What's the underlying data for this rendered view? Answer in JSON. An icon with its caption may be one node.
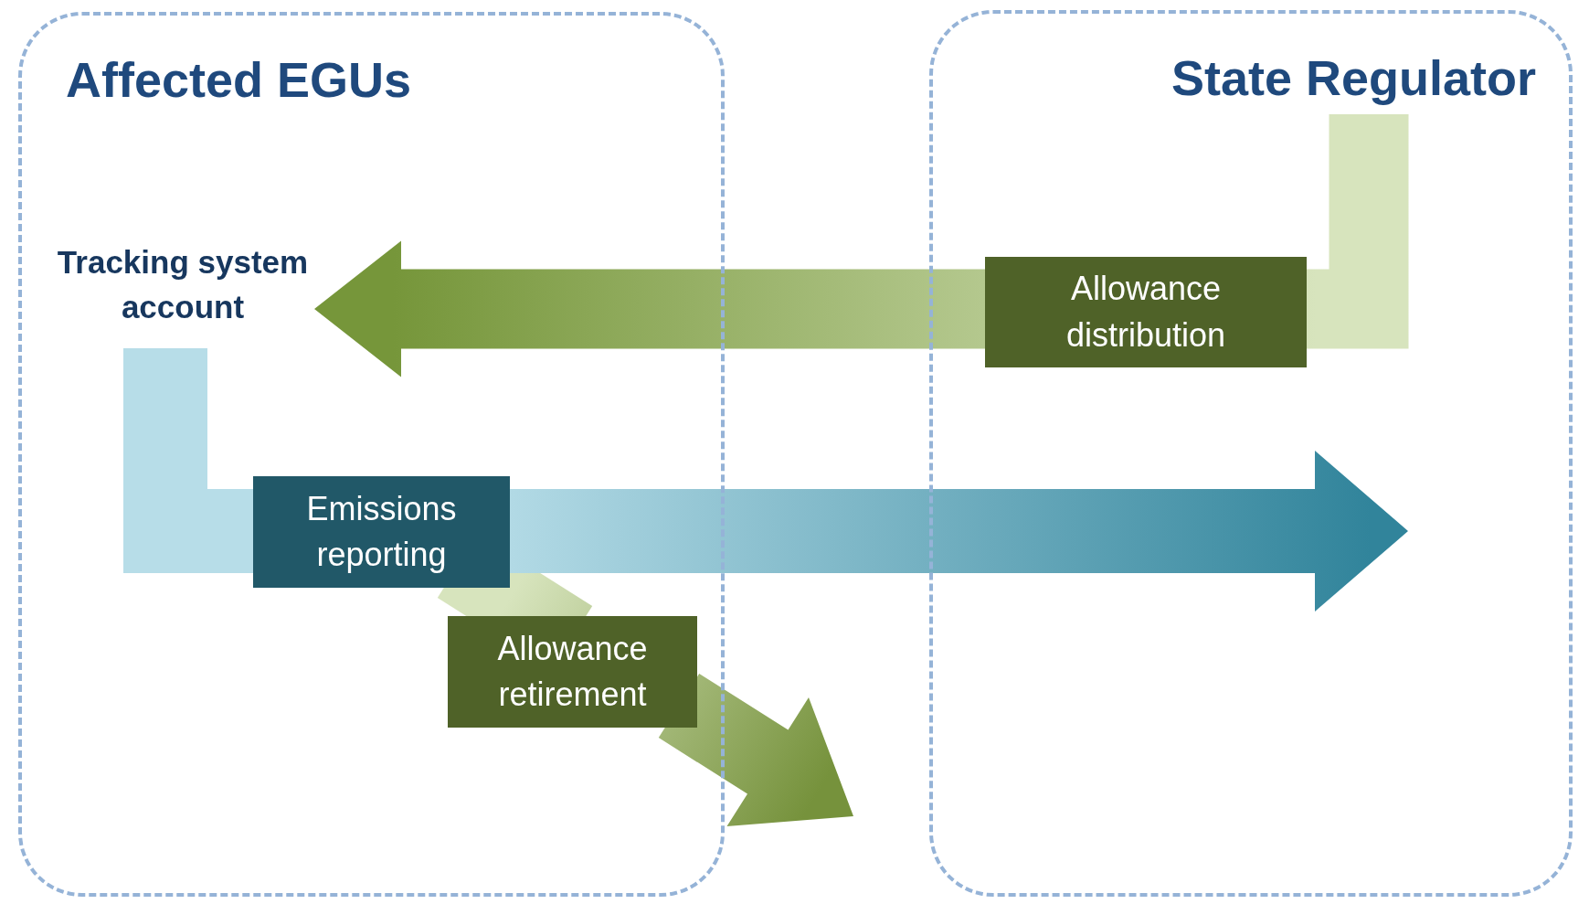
{
  "diagram": {
    "nodes": [
      {
        "text": [
          "Affected EGUs"
        ]
      },
      {
        "text": [
          "State Regulator"
        ]
      },
      {
        "text": [
          "Tracking system account"
        ],
        "in": 0
      },
      {
        "text": [
          "Allowance distribution"
        ],
        "in": 1
      },
      {
        "text": [
          "Emissions reporting"
        ],
        "in": 0
      },
      {
        "text": [
          "Allowance retirement"
        ],
        "in": 0
      }
    ],
    "edges": [
      {
        "from": 1,
        "to": 3,
        "arrow": "none"
      },
      {
        "from": 3,
        "to": 2,
        "arrow": "to"
      },
      {
        "from": 2,
        "to": 4,
        "arrow": "none"
      },
      {
        "from": 4,
        "to": 1,
        "arrow": "to"
      },
      {
        "from": 4,
        "to": 5,
        "arrow": "none"
      },
      {
        "from": 5,
        "to": null,
        "arrow": "to"
      }
    ]
  }
}
